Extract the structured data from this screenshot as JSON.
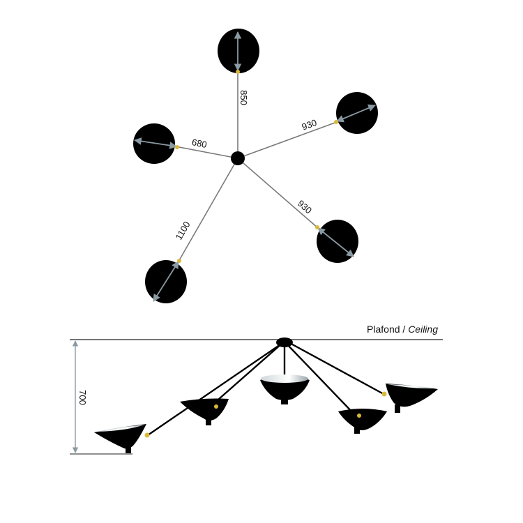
{
  "top_view": {
    "arms": [
      {
        "id": "north",
        "length": "850"
      },
      {
        "id": "northeast",
        "length": "930"
      },
      {
        "id": "west",
        "length": "680"
      },
      {
        "id": "southeast",
        "length": "930"
      },
      {
        "id": "southwest",
        "length": "1100"
      }
    ]
  },
  "side_view": {
    "ceiling_label_fr": "Plafond",
    "ceiling_label_sep": " / ",
    "ceiling_label_en": "Ceiling",
    "height": "700"
  },
  "colors": {
    "shade": "#000000",
    "joint": "#d9b93a",
    "arrow": "#8a9aa3",
    "rod": "#7a7a7a"
  }
}
